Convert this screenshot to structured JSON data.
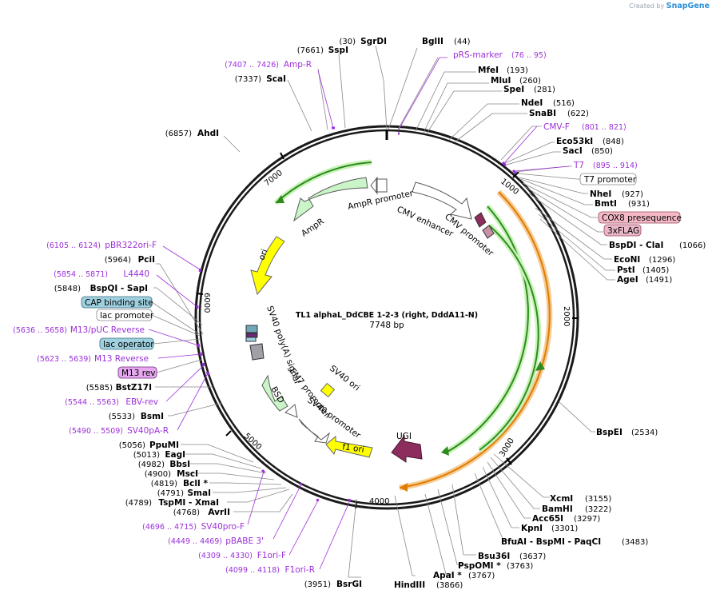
{
  "brand": {
    "prefix": "Created by",
    "name": "SnapGene"
  },
  "plasmid": {
    "name": "TL1 alphaL_DdCBE 1-2-3 (right, DddA11-N)",
    "size_label": "7748 bp",
    "length": 7748
  },
  "ticks": [
    "1000",
    "2000",
    "3000",
    "4000",
    "5000",
    "6000",
    "7000"
  ],
  "sites": [
    {
      "pos": "(30)",
      "name": "SgrDI",
      "side": "L"
    },
    {
      "pos": "(44)",
      "name": "BglII",
      "side": "R"
    },
    {
      "pos": "(193)",
      "name": "MfeI",
      "side": "R"
    },
    {
      "pos": "(260)",
      "name": "MluI",
      "side": "R"
    },
    {
      "pos": "(281)",
      "name": "SpeI",
      "side": "R"
    },
    {
      "pos": "(516)",
      "name": "NdeI",
      "side": "R"
    },
    {
      "pos": "(622)",
      "name": "SnaBI",
      "side": "R"
    },
    {
      "pos": "(848)",
      "name": "Eco53kI",
      "side": "R"
    },
    {
      "pos": "(850)",
      "name": "SacI",
      "side": "R"
    },
    {
      "pos": "(927)",
      "name": "NheI",
      "side": "R"
    },
    {
      "pos": "(931)",
      "name": "BmtI",
      "side": "R"
    },
    {
      "pos": "(1066)",
      "name": "BspDI - ClaI",
      "side": "R"
    },
    {
      "pos": "(1296)",
      "name": "EcoNI",
      "side": "R"
    },
    {
      "pos": "(1405)",
      "name": "PstI",
      "side": "R"
    },
    {
      "pos": "(1491)",
      "name": "AgeI",
      "side": "R"
    },
    {
      "pos": "(2534)",
      "name": "BspEI",
      "side": "R"
    },
    {
      "pos": "(3155)",
      "name": "XcmI",
      "side": "R"
    },
    {
      "pos": "(3222)",
      "name": "BamHI",
      "side": "R"
    },
    {
      "pos": "(3297)",
      "name": "Acc65I",
      "side": "R"
    },
    {
      "pos": "(3301)",
      "name": "KpnI",
      "side": "R"
    },
    {
      "pos": "(3483)",
      "name": "BfuAI - BspMI - PaqCI",
      "side": "R"
    },
    {
      "pos": "(3637)",
      "name": "Bsu36I",
      "side": "R"
    },
    {
      "pos": "(3763)",
      "name": "PspOMI *",
      "side": "R"
    },
    {
      "pos": "(3767)",
      "name": "ApaI *",
      "side": "R"
    },
    {
      "pos": "(3866)",
      "name": "HindIII",
      "side": "R"
    },
    {
      "pos": "(3951)",
      "name": "BsrGI",
      "side": "L"
    },
    {
      "pos": "(4768)",
      "name": "AvrII",
      "side": "L"
    },
    {
      "pos": "(4789)",
      "name": "TspMI - XmaI",
      "side": "L"
    },
    {
      "pos": "(4791)",
      "name": "SmaI",
      "side": "L"
    },
    {
      "pos": "(4819)",
      "name": "BclI *",
      "side": "L"
    },
    {
      "pos": "(4900)",
      "name": "MscI",
      "side": "L"
    },
    {
      "pos": "(4982)",
      "name": "BbsI",
      "side": "L"
    },
    {
      "pos": "(5013)",
      "name": "EagI",
      "side": "L"
    },
    {
      "pos": "(5056)",
      "name": "PpuMI",
      "side": "L"
    },
    {
      "pos": "(5533)",
      "name": "BsmI",
      "side": "L"
    },
    {
      "pos": "(5585)",
      "name": "BstZ17I",
      "side": "L"
    },
    {
      "pos": "(5848)",
      "name": "BspQI - SapI",
      "side": "L"
    },
    {
      "pos": "(5964)",
      "name": "PciI",
      "side": "L"
    },
    {
      "pos": "(6857)",
      "name": "AhdI",
      "side": "L"
    },
    {
      "pos": "(7337)",
      "name": "ScaI",
      "side": "L"
    },
    {
      "pos": "(7661)",
      "name": "SspI",
      "side": "L"
    }
  ],
  "primers": [
    {
      "range": "(76 .. 95)",
      "name": "pRS-marker",
      "side": "R"
    },
    {
      "range": "(801 .. 821)",
      "name": "CMV-F",
      "side": "R"
    },
    {
      "range": "(895 .. 914)",
      "name": "T7",
      "side": "R"
    },
    {
      "range": "(7407 .. 7426)",
      "name": "Amp-R",
      "side": "L"
    },
    {
      "range": "(6105 .. 6124)",
      "name": "pBR322ori-F",
      "side": "L"
    },
    {
      "range": "(5854 .. 5871)",
      "name": "L4440",
      "side": "L"
    },
    {
      "range": "(5636 .. 5658)",
      "name": "M13/pUC Reverse",
      "side": "L"
    },
    {
      "range": "(5623 .. 5639)",
      "name": "M13 Reverse",
      "side": "L"
    },
    {
      "range": "(5544 .. 5563)",
      "name": "EBV-rev",
      "side": "L"
    },
    {
      "range": "(5490 .. 5509)",
      "name": "SV40pA-R",
      "side": "L"
    },
    {
      "range": "(4696 .. 4715)",
      "name": "SV40pro-F",
      "side": "L"
    },
    {
      "range": "(4449 .. 4469)",
      "name": "pBABE 3'",
      "side": "L"
    },
    {
      "range": "(4309 .. 4330)",
      "name": "F1ori-F",
      "side": "L"
    },
    {
      "range": "(4099 .. 4118)",
      "name": "F1ori-R",
      "side": "L"
    }
  ],
  "boxed_labels": [
    {
      "text": "T7 promoter",
      "fill": "#ffffff",
      "stroke": "#888888"
    },
    {
      "text": "COX8 presequence",
      "fill": "#f4b9c6",
      "stroke": "#9a4a5a"
    },
    {
      "text": "3xFLAG",
      "fill": "#e9b7c9",
      "stroke": "#9a4a5a"
    },
    {
      "text": "CAP binding site",
      "fill": "#9fd0e0",
      "stroke": "#3f6f80"
    },
    {
      "text": "lac promoter",
      "fill": "#ffffff",
      "stroke": "#888888"
    },
    {
      "text": "lac operator",
      "fill": "#9fd0e0",
      "stroke": "#3f6f80"
    },
    {
      "text": "M13 rev",
      "fill": "#e6a8ef",
      "stroke": "#6a2a7a"
    }
  ],
  "features": [
    {
      "name": "AmpR promoter"
    },
    {
      "name": "AmpR"
    },
    {
      "name": "CMV enhancer"
    },
    {
      "name": "CMV promoter"
    },
    {
      "name": "ori"
    },
    {
      "name": "SV40 poly(A) signal"
    },
    {
      "name": "EM7 promoter"
    },
    {
      "name": "BSD"
    },
    {
      "name": "SV40 promoter"
    },
    {
      "name": "SV40 ori"
    },
    {
      "name": "f1 ori"
    },
    {
      "name": "UGI"
    }
  ],
  "colors": {
    "ampr": "#c9f5c9",
    "ori": "#ffff00",
    "ugi": "#8c2d5e",
    "primer": "#9b30d9",
    "orf_orange": "#f5a623",
    "orf_green": "#2e8b1e"
  }
}
